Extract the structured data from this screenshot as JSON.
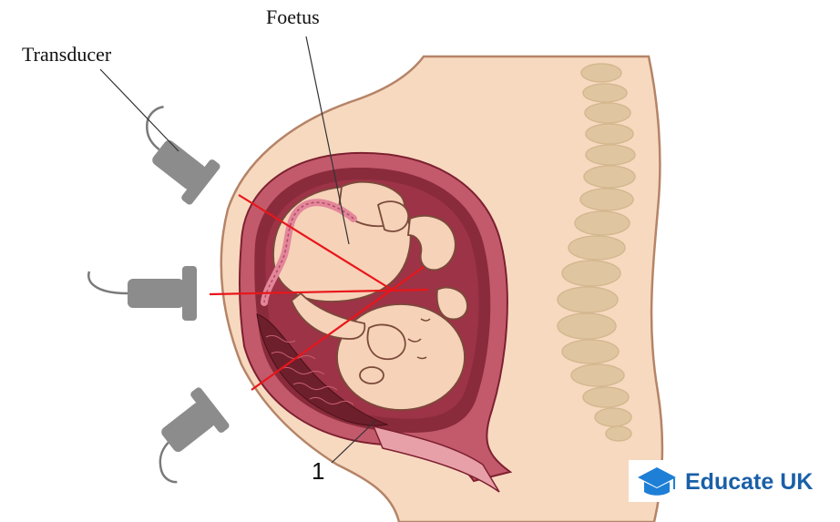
{
  "labels": {
    "foetus": "Foetus",
    "transducer": "Transducer",
    "marker_1": "1"
  },
  "logo": {
    "text": "Educate UK",
    "icon": "graduation-cap-icon"
  },
  "colors": {
    "skin": "#f7d9c0",
    "skin_outline": "#b58467",
    "uterus_wall": "#c25a6c",
    "amniotic_cavity": "#8a2b3c",
    "cord": "#e3869a",
    "spine": "#e0c6a0",
    "transducer": "#8c8c8c",
    "ultrasound_beam": "#e8161b",
    "logo_accent": "#1e7fd6",
    "logo_text": "#1a5fa8"
  }
}
